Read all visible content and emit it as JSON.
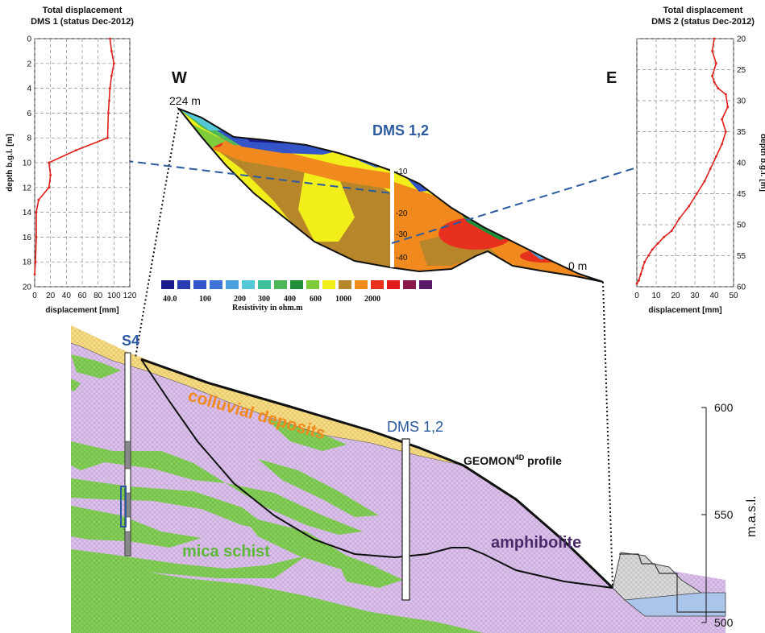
{
  "left_panel": {
    "title_line1": "Total displacement",
    "title_line2": "DMS 1 (status Dec-2012)",
    "ylabel": "depth b.g.l. [m]",
    "xlabel": "displacement [mm]",
    "yticks": [
      "0",
      "2",
      "4",
      "6",
      "8",
      "10",
      "12",
      "14",
      "16",
      "18",
      "20"
    ],
    "xticks": [
      "0",
      "20",
      "40",
      "60",
      "80",
      "100",
      "120"
    ]
  },
  "right_panel": {
    "title_line1": "Total displacement",
    "title_line2": "DMS 2 (status Dec-2012)",
    "ylabel": "depth b.g.l. [m]",
    "xlabel": "displacement [mm]",
    "yticks": [
      "20",
      "25",
      "30",
      "35",
      "40",
      "45",
      "50",
      "55",
      "60"
    ],
    "xticks": [
      "0",
      "10",
      "20",
      "30",
      "40",
      "50"
    ]
  },
  "resistivity_section": {
    "west_label": "W",
    "east_label": "E",
    "start_distance": "224 m",
    "end_distance": "0 m",
    "borehole_label": "DMS 1,2",
    "depth_ticks": [
      "-10",
      "-20",
      "-30",
      "-40"
    ],
    "colorbar_labels": [
      "40.0",
      "100",
      "200",
      "300",
      "400",
      "600",
      "1000",
      "2000"
    ],
    "colorbar_title": "Resistivity in ohm.m",
    "colorbar_colors": [
      "#1a1a8c",
      "#2a3db0",
      "#3355c8",
      "#3f74d6",
      "#4aa0dc",
      "#55c8d8",
      "#3dbf9a",
      "#4cb85a",
      "#1f8f3a",
      "#7fcc3a",
      "#f2ee1a",
      "#b8862a",
      "#f08a1e",
      "#e8301e",
      "#e01a1a",
      "#8a1a4a",
      "#5a1a6a"
    ]
  },
  "geology": {
    "borehole_s4": "S4",
    "borehole_dms": "DMS 1,2",
    "profile_label_main": "GEOMON",
    "profile_label_sup": "4D",
    "profile_label_tail": " profile",
    "unit_colluvial": "colluvial deposits",
    "unit_mica": "mica schist",
    "unit_amphibolite": "amphibolite",
    "elev_ticks": [
      "600",
      "550",
      "500"
    ],
    "elev_unit": "m.a.s.l."
  },
  "chart_data": [
    {
      "type": "line",
      "title": "Total displacement DMS 1 (status Dec-2012)",
      "xlabel": "displacement [mm]",
      "ylabel": "depth b.g.l. [m]",
      "xlim": [
        0,
        120
      ],
      "ylim": [
        0,
        20
      ],
      "y_inverted": true,
      "x": [
        95,
        97,
        100,
        97,
        95,
        94,
        93,
        92,
        52,
        18,
        20,
        18,
        5,
        2,
        2,
        1,
        0
      ],
      "y": [
        0,
        1,
        2,
        3,
        4,
        5,
        6,
        8,
        9,
        10,
        11,
        12,
        13,
        14,
        16,
        18,
        19
      ]
    },
    {
      "type": "line",
      "title": "Total displacement DMS 2 (status Dec-2012)",
      "xlabel": "displacement [mm]",
      "ylabel": "depth b.g.l. [m]",
      "xlim": [
        0,
        50
      ],
      "ylim": [
        20,
        60
      ],
      "y_inverted": true,
      "x": [
        40,
        39,
        41,
        39,
        40,
        42,
        46,
        47,
        44,
        46,
        44,
        41,
        38,
        35,
        31,
        27,
        22,
        18,
        14,
        11,
        8,
        6,
        4,
        3,
        2,
        1,
        0
      ],
      "y": [
        20,
        22,
        24,
        26,
        27,
        28,
        29,
        31,
        33,
        35,
        37,
        39,
        41,
        43,
        45,
        47,
        49,
        51,
        52,
        53,
        54,
        55,
        56,
        57,
        58,
        59,
        59.5
      ]
    }
  ]
}
